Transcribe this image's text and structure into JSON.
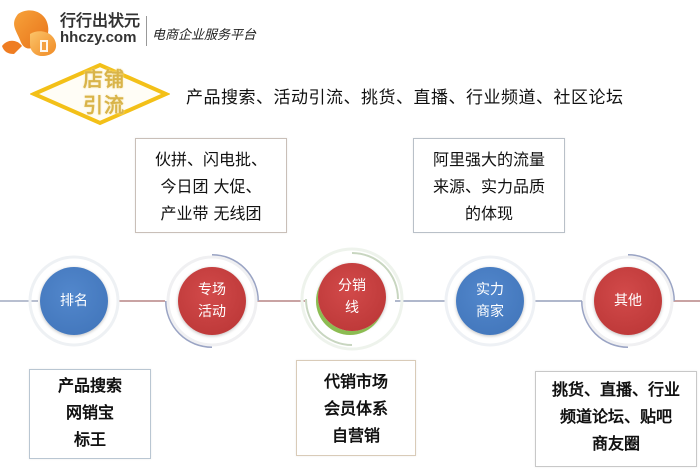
{
  "header": {
    "logo_cn": "行行出状元",
    "logo_en": "hhczy.com",
    "slogan": "电商企业服务平台",
    "logo_icon": "orange-bird-logo-icon"
  },
  "title_badge": {
    "line1": "店铺",
    "line2": "引流",
    "color": "#d9b44a"
  },
  "headline": "产品搜索、活动引流、挑货、直播、行业频道、社区论坛",
  "top_boxes": [
    {
      "lines": [
        "伙拼、闪电批、",
        "今日团  大促、",
        "产业带  无线团"
      ]
    },
    {
      "lines": [
        "阿里强大的流量",
        "来源、实力品质",
        "的体现"
      ]
    }
  ],
  "nodes": [
    {
      "lines": [
        "排名"
      ],
      "color": "#4a7ec2"
    },
    {
      "lines": [
        "专场",
        "活动"
      ],
      "color": "#c63e3e"
    },
    {
      "lines": [
        "分销",
        "线"
      ],
      "color": "#c63e3e"
    },
    {
      "lines": [
        "实力",
        "商家"
      ],
      "color": "#4a7ec2"
    },
    {
      "lines": [
        "其他"
      ],
      "color": "#c63e3e"
    }
  ],
  "bottom_boxes": [
    {
      "lines": [
        "产品搜索",
        "网销宝",
        "标王"
      ]
    },
    {
      "lines": [
        "代销市场",
        "会员体系",
        "自营销"
      ]
    },
    {
      "lines": [
        "挑货、直播、行业",
        "频道论坛、贴吧",
        "商友圈"
      ]
    }
  ]
}
